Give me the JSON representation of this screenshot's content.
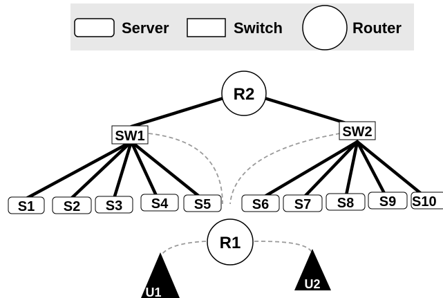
{
  "legend": {
    "server": "Server",
    "switch": "Switch",
    "router": "Router"
  },
  "routers": {
    "r1": "R1",
    "r2": "R2"
  },
  "switches": {
    "sw1": "SW1",
    "sw2": "SW2"
  },
  "servers": [
    "S1",
    "S2",
    "S3",
    "S4",
    "S5",
    "S6",
    "S7",
    "S8",
    "S9",
    "S10"
  ],
  "users": {
    "u1": "U1",
    "u2": "U2"
  },
  "colors": {
    "legend_background": "#e8e8e8",
    "solid_link": "#000000",
    "dashed_link": "#9a9a9a",
    "user_fill": "#000000"
  }
}
